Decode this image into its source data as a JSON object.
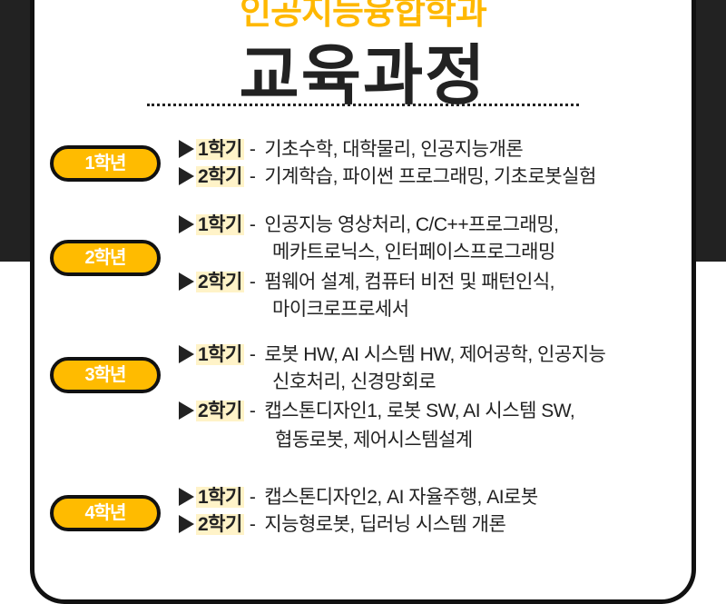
{
  "header": {
    "department": "인공지능융합학과",
    "title": "교육과정"
  },
  "colors": {
    "accent": "#FFBB00",
    "highlight": "#FFF3C8",
    "dark": "#222222"
  },
  "years": [
    {
      "label": "1학년",
      "semesters": [
        {
          "label": "1학기",
          "dash": "-",
          "lines": [
            "기초수학, 대학물리, 인공지능개론"
          ]
        },
        {
          "label": "2학기",
          "dash": "-",
          "lines": [
            "기계학습, 파이썬 프로그래밍, 기초로봇실험"
          ]
        }
      ]
    },
    {
      "label": "2학년",
      "semesters": [
        {
          "label": "1학기",
          "dash": "-",
          "lines": [
            "인공지능 영상처리, C/C++프로그래밍,",
            "메카트로닉스, 인터페이스프로그래밍"
          ]
        },
        {
          "label": "2학기",
          "dash": "-",
          "lines": [
            "펌웨어 설계, 컴퓨터 비전 및 패턴인식,",
            "마이크로프로세서"
          ]
        }
      ]
    },
    {
      "label": "3학년",
      "semesters": [
        {
          "label": "1학기",
          "dash": "-",
          "lines": [
            "로봇 HW, AI 시스템 HW, 제어공학, 인공지능",
            "신호처리, 신경망회로"
          ]
        },
        {
          "label": "2학기",
          "dash": "-",
          "lines": [
            "캡스톤디자인1, 로봇 SW, AI 시스템 SW,",
            "협동로봇, 제어시스템설계"
          ]
        }
      ]
    },
    {
      "label": "4학년",
      "semesters": [
        {
          "label": "1학기",
          "dash": "-",
          "lines": [
            "캡스톤디자인2, AI 자율주행, AI로봇"
          ]
        },
        {
          "label": "2학기",
          "dash": "-",
          "lines": [
            "지능형로봇, 딥러닝 시스템 개론"
          ]
        }
      ]
    }
  ]
}
